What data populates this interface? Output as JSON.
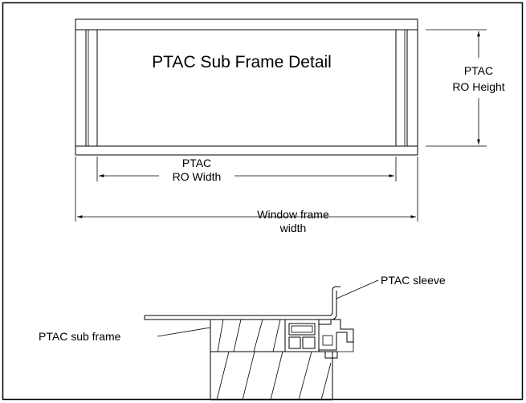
{
  "title": "PTAC Sub Frame Detail",
  "labels": {
    "ro_height_line1": "PTAC",
    "ro_height_line2": "RO Height",
    "ro_width_line1": "PTAC",
    "ro_width_line2": "RO Width",
    "window_width_line1": "Window frame",
    "window_width_line2": "width",
    "sleeve": "PTAC sleeve",
    "sub_frame": "PTAC sub frame"
  }
}
